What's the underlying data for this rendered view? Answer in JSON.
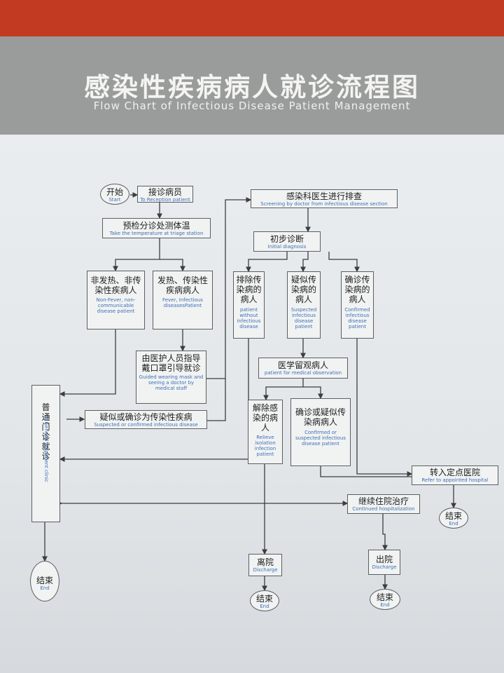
{
  "header": {
    "title_cn": "感染性疾病病人就诊流程图",
    "title_en": "Flow Chart of Infectious Disease Patient Management"
  },
  "nodes": {
    "start": {
      "cn": "开始",
      "en": "Start"
    },
    "reception": {
      "cn": "接诊病员",
      "en": "To Reception patient"
    },
    "triage": {
      "cn": "预检分诊处测体温",
      "en": "Take the temperature at triage station"
    },
    "nonfever": {
      "cn": "非发热、非传染性疾病人",
      "en": "Non-Fever, non-communicable disease patient"
    },
    "fever": {
      "cn": "发热、传染性疾病病人",
      "en": "Fever, Infectious diseasesPatient"
    },
    "guided": {
      "cn": "由医护人员指导戴口罩引导就诊",
      "en": "Guided wearing mask and seeing a doctor by medical staff"
    },
    "general_clinic": {
      "cn": "普通门诊就诊",
      "en": "To General outpatient clinic"
    },
    "suspected_confirmed": {
      "cn": "疑似或确诊为传染性疾病",
      "en": "Suspected or confirmed infectious disease"
    },
    "screening": {
      "cn": "感染科医生进行排查",
      "en": "Screening by doctor from infectious disease section"
    },
    "initial": {
      "cn": "初步诊断",
      "en": "Initial diagnosis"
    },
    "excluded": {
      "cn": "排除传染病的病人",
      "en": "patient without infectious disease"
    },
    "suspected": {
      "cn": "疑似传染病的病人",
      "en": "Suspected infectious disease patient"
    },
    "confirmed": {
      "cn": "确诊传染病的病人",
      "en": "Confirmed infectious disease patient"
    },
    "observation": {
      "cn": "医学留观病人",
      "en": "patient for medical observation"
    },
    "relieve": {
      "cn": "解除感染的病人",
      "en": "Relieve isolation infection patient"
    },
    "confirmed_or_suspected": {
      "cn": "确诊或疑似传染病病人",
      "en": "Confirmed or suspected infectious disease patient"
    },
    "refer": {
      "cn": "转入定点医院",
      "en": "Refer to appointed hospital"
    },
    "hospitalization": {
      "cn": "继续住院治疗",
      "en": "Continued hospitalization"
    },
    "discharge1": {
      "cn": "离院",
      "en": "Discharge"
    },
    "discharge2": {
      "cn": "出院",
      "en": "Discharge"
    },
    "end1": {
      "cn": "结束",
      "en": "End"
    },
    "end2": {
      "cn": "结束",
      "en": "End"
    },
    "end3": {
      "cn": "结束",
      "en": "End"
    },
    "end4": {
      "cn": "结束",
      "en": "End"
    }
  }
}
